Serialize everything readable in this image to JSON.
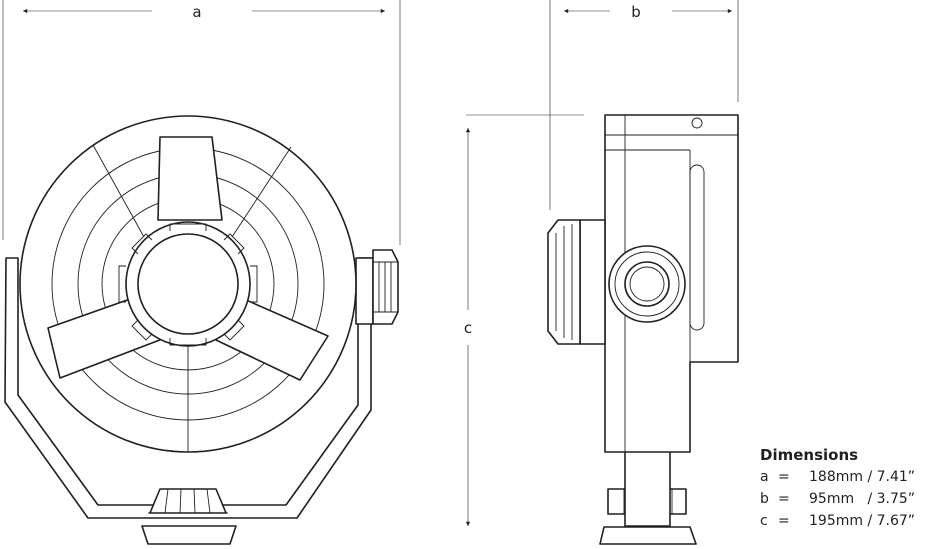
{
  "labels": {
    "a": "a",
    "b": "b",
    "c": "c"
  },
  "dimensions": {
    "title": "Dimensions",
    "rows": [
      {
        "letter": "a",
        "eq": "=",
        "value": "188mm / 7.41”"
      },
      {
        "letter": "b",
        "eq": "=",
        "value": "95mm   / 3.75”"
      },
      {
        "letter": "c",
        "eq": "=",
        "value": "195mm / 7.67”"
      }
    ]
  }
}
